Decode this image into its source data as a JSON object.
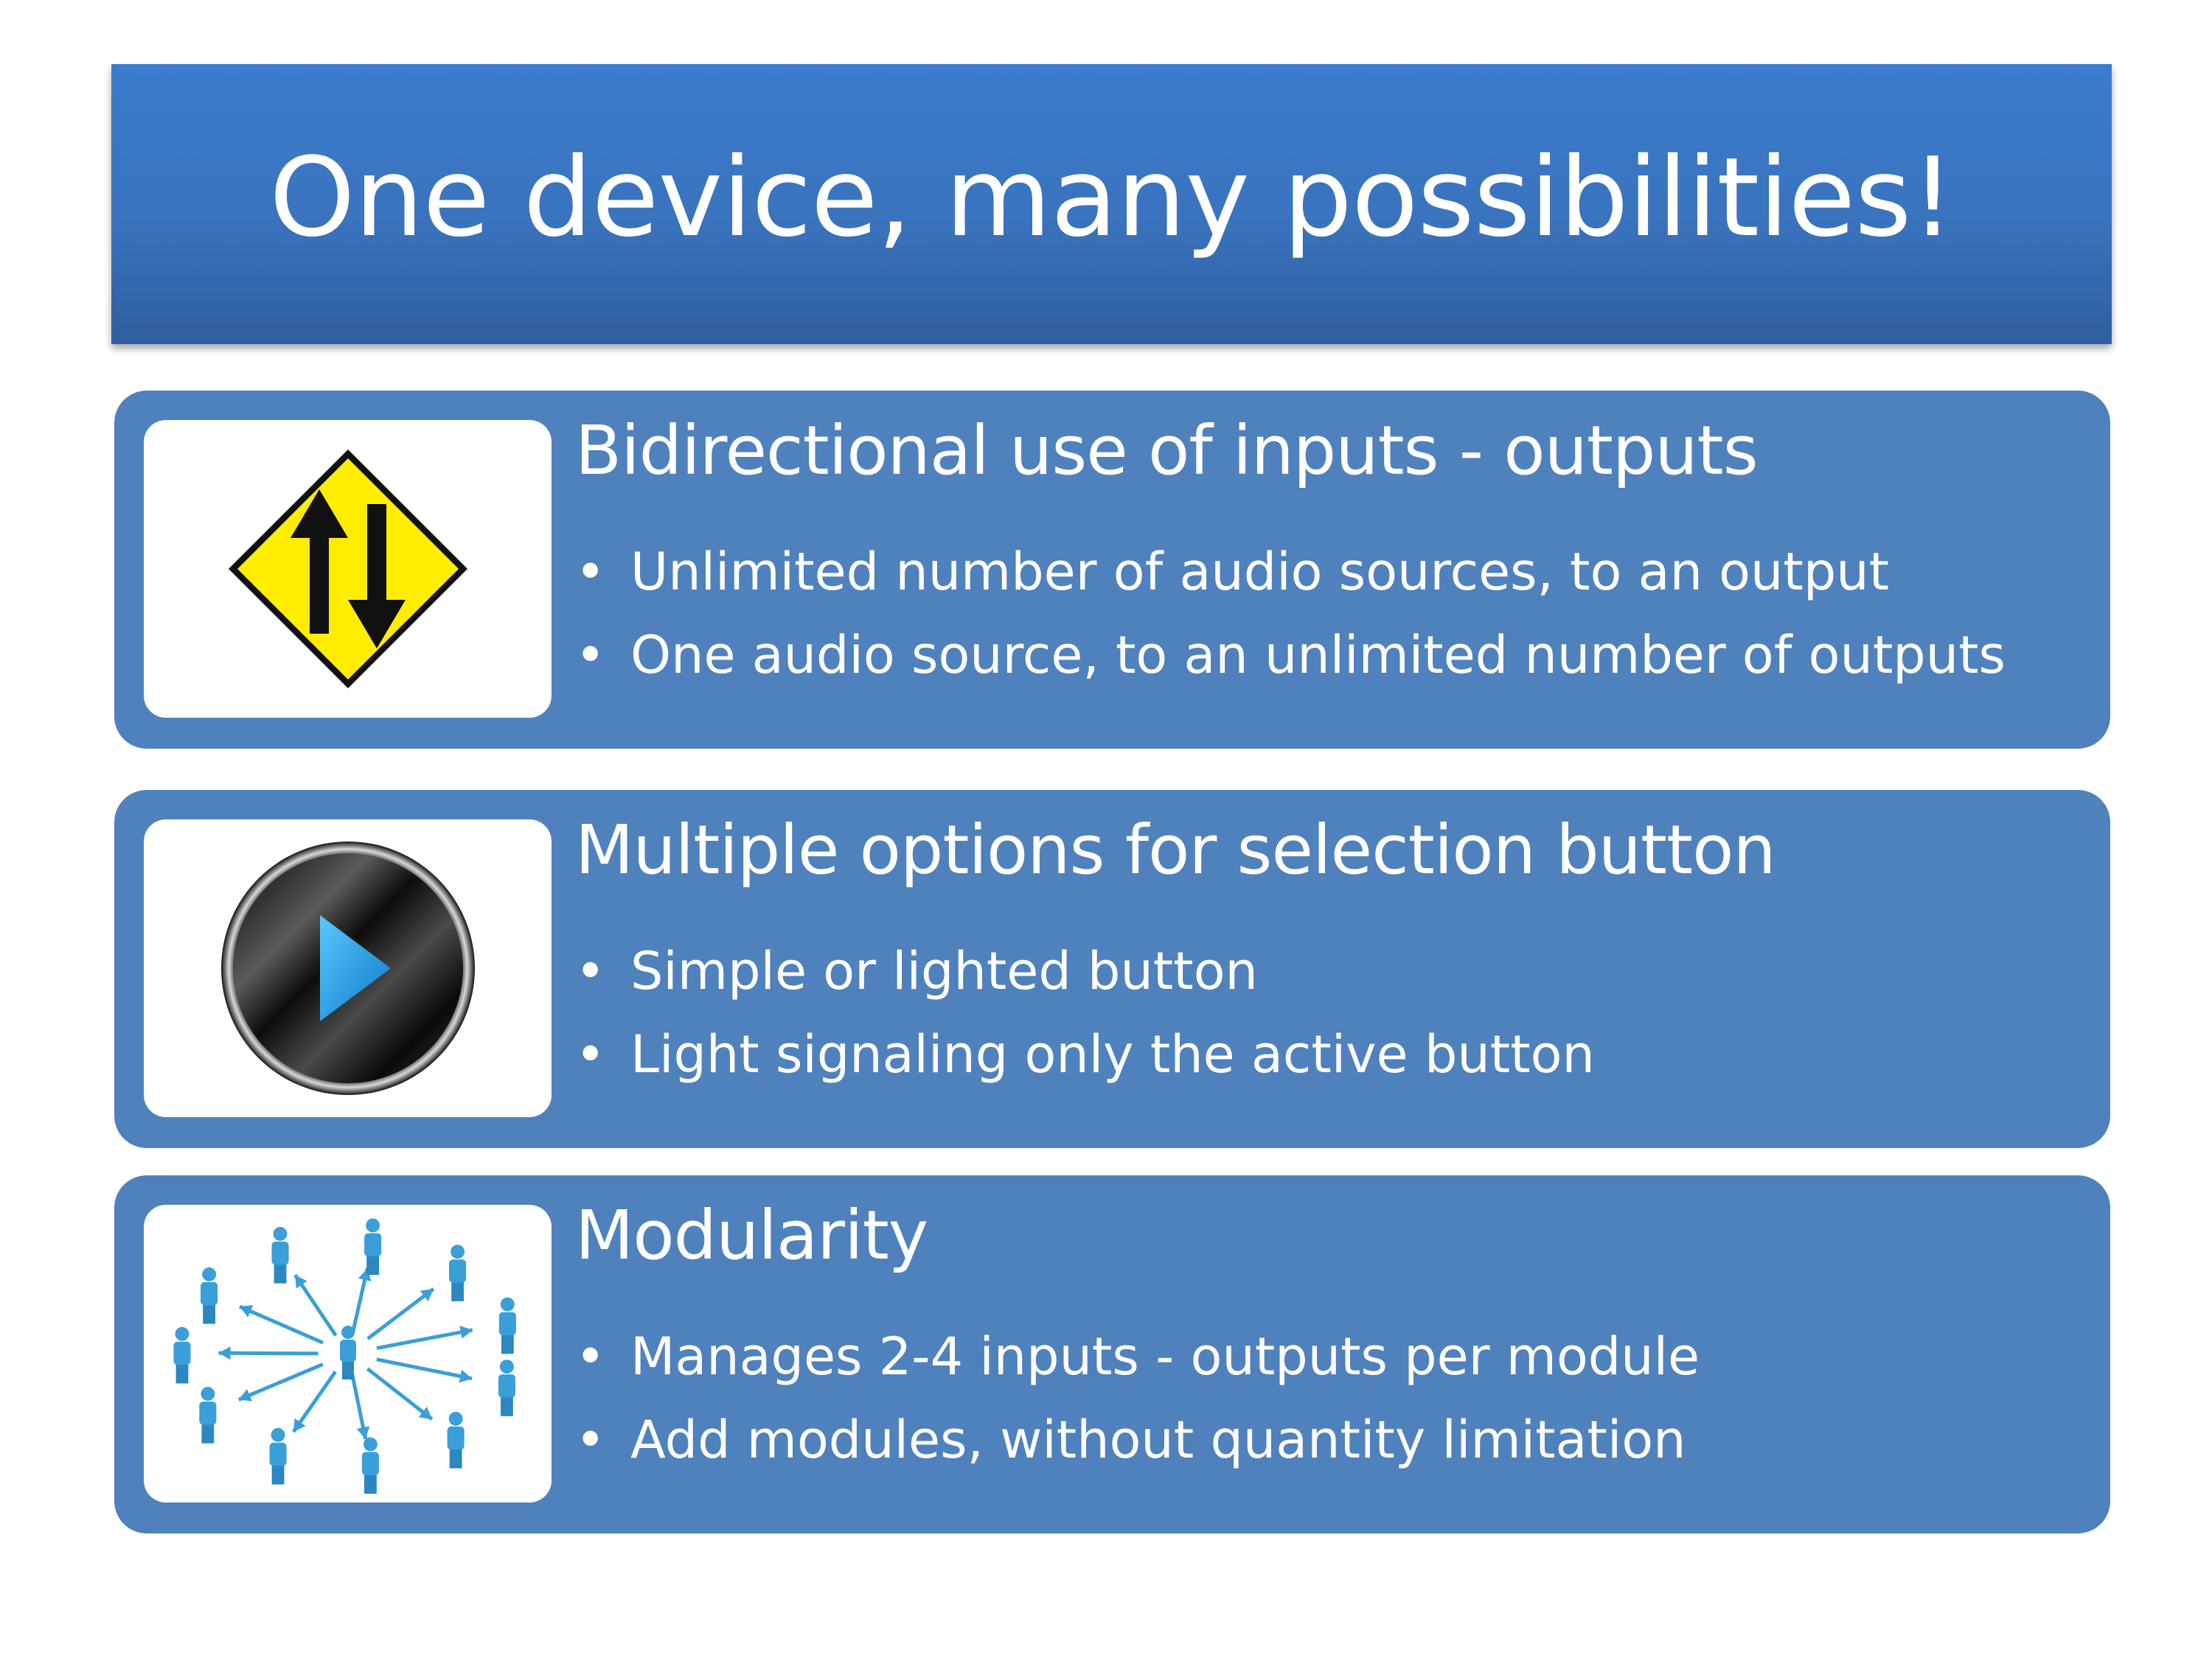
{
  "title": "One device, many possibilities!",
  "cards": [
    {
      "heading": "Bidirectional use of inputs - outputs",
      "bullets": [
        "Unlimited number of audio sources, to an output",
        "One audio source, to an unlimited number of outputs"
      ],
      "icon": "two-way-traffic-sign-icon"
    },
    {
      "heading": "Multiple options for selection button",
      "bullets": [
        "Simple or lighted button",
        "Light signaling only the active button"
      ],
      "icon": "play-button-icon"
    },
    {
      "heading": "Modularity",
      "bullets": [
        "Manages 2-4 inputs - outputs per module",
        "Add modules, without quantity limitation"
      ],
      "icon": "network-people-icon"
    }
  ],
  "bullet_glyph": "•",
  "colors": {
    "title_bar": "#3a73be",
    "card": "#4f81bd",
    "sign_yellow": "#ffed00",
    "play_blue": "#1e9be6",
    "people_blue": "#3a9fd8"
  }
}
